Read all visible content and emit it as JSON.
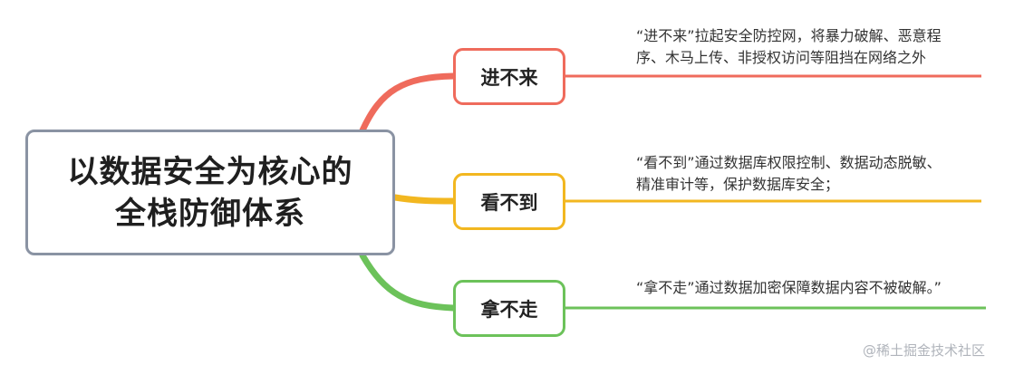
{
  "root": {
    "line1": "以数据安全为核心的",
    "line2": "全栈防御体系",
    "border_color": "#8a93a3"
  },
  "branches": [
    {
      "label": "进不来",
      "color": "#ef6b5c",
      "desc_line1": "“进不来”拉起安全防控网，将暴力破解、恶意程",
      "desc_line2": "序、木马上传、非授权访问等阻挡在网络之外"
    },
    {
      "label": "看不到",
      "color": "#f2b720",
      "desc_line1": "“看不到”通过数据库权限控制、数据动态脱敏、",
      "desc_line2": "精准审计等，保护数据库安全；"
    },
    {
      "label": "拿不走",
      "color": "#6cc25a",
      "desc_line1": "“拿不走”通过数据加密保障数据内容不被破解。”",
      "desc_line2": ""
    }
  ],
  "watermark": "@稀土掘金技术社区"
}
